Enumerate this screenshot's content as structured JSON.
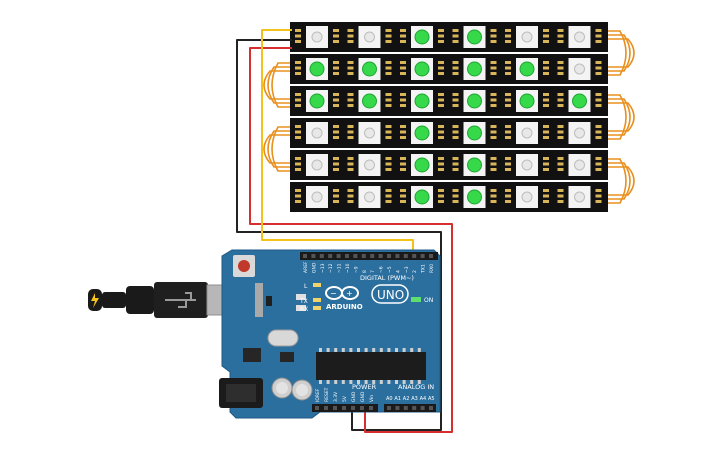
{
  "board": {
    "brand": "ARDUINO",
    "model": "UNO",
    "on_label": "ON",
    "l_label": "L",
    "tx_label": "TX",
    "rx_label": "RX",
    "digital_label": "DIGITAL (PWM~)",
    "power_label": "POWER",
    "analog_label": "ANALOG IN",
    "top_pins": [
      "AREF",
      "GND",
      "~13",
      "~12",
      "~11",
      "~10",
      "~9",
      "8",
      "7",
      "~6",
      "~5",
      "4",
      "~3",
      "2",
      "TX1",
      "RX0"
    ],
    "power_pins": [
      "IOREF",
      "RESET",
      "3.3V",
      "5V",
      "GND",
      "GND",
      "Vin"
    ],
    "analog_pins": [
      "A0",
      "A1",
      "A2",
      "A3",
      "A4",
      "A5"
    ]
  },
  "led_matrix": {
    "rows": 6,
    "cols": 6,
    "lit": [
      [
        false,
        false,
        true,
        true,
        false,
        false
      ],
      [
        true,
        true,
        true,
        true,
        true,
        false
      ],
      [
        true,
        true,
        true,
        true,
        true,
        true
      ],
      [
        false,
        false,
        true,
        true,
        false,
        false
      ],
      [
        false,
        false,
        true,
        true,
        false,
        false
      ],
      [
        false,
        false,
        true,
        true,
        false,
        false
      ]
    ],
    "led_on_color": "#35d94a",
    "led_off_color": "#e8e8e8",
    "strip_color": "#111111",
    "jumper_color": "#e8901e"
  },
  "wires": {
    "data_color": "#f2c21b",
    "power_color": "#d62f2f",
    "ground_color": "#222222"
  },
  "usb": {
    "cable_color": "#1a1a1a",
    "plug_color": "#b7b7b7"
  }
}
